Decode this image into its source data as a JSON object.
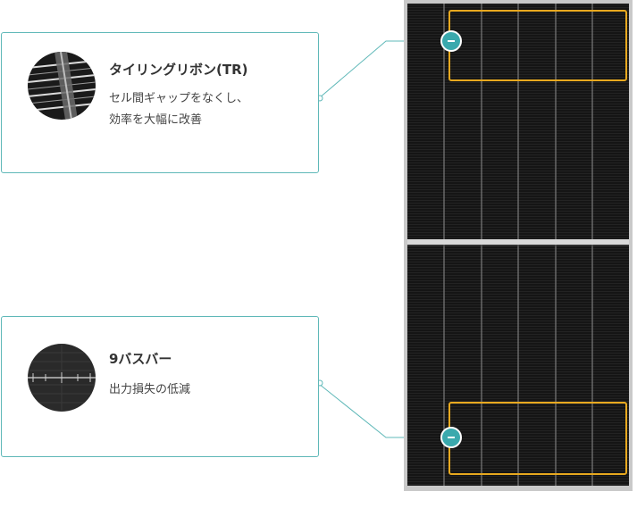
{
  "features": [
    {
      "title": "タイリングリボン(TR)",
      "description_lines": [
        "セル間ギャップをなくし、",
        "効率を大幅に改善"
      ],
      "thumbnail_icon": "tiling-ribbon-closeup-icon"
    },
    {
      "title": "9バスバー",
      "description_lines": [
        "出力損失の低減"
      ],
      "thumbnail_icon": "busbar-closeup-icon"
    }
  ],
  "panel": {
    "image_icon": "solar-panel-icon",
    "marker_icon": "minus-icon",
    "highlight_color": "#e8a91f",
    "marker_color": "#3aa9ad",
    "accent_color": "#5fb8b8"
  }
}
